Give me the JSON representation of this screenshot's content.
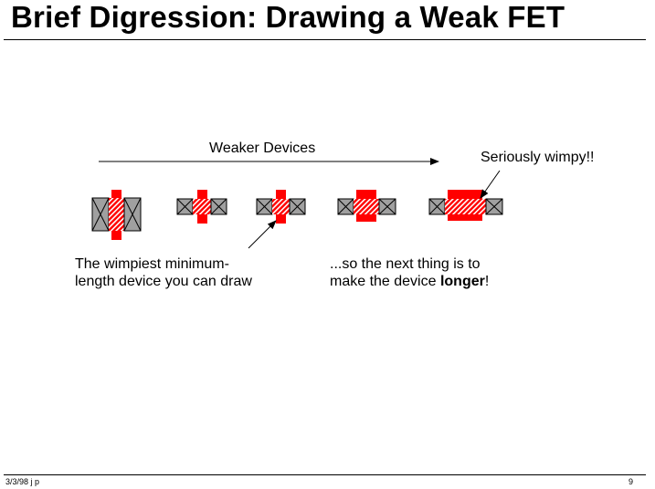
{
  "title": "Brief Digression:  Drawing a Weak FET",
  "diagram": {
    "arrow_label": "Weaker Devices",
    "callout_wimpy": "Seriously wimpy!!",
    "callout_min_line1": "The wimpiest minimum-",
    "callout_min_line2": "length device you can draw",
    "callout_next_line1": "...so the next thing is to",
    "callout_next_line2_pre": "make the device ",
    "callout_next_line2_bold": "longer",
    "callout_next_line2_post": "!",
    "colors": {
      "poly": "#ff0000",
      "contact_fill": "#a0a0a0",
      "hatch": "#ffffff"
    }
  },
  "footer": {
    "left": "3/3/98 j p",
    "page": "9"
  }
}
